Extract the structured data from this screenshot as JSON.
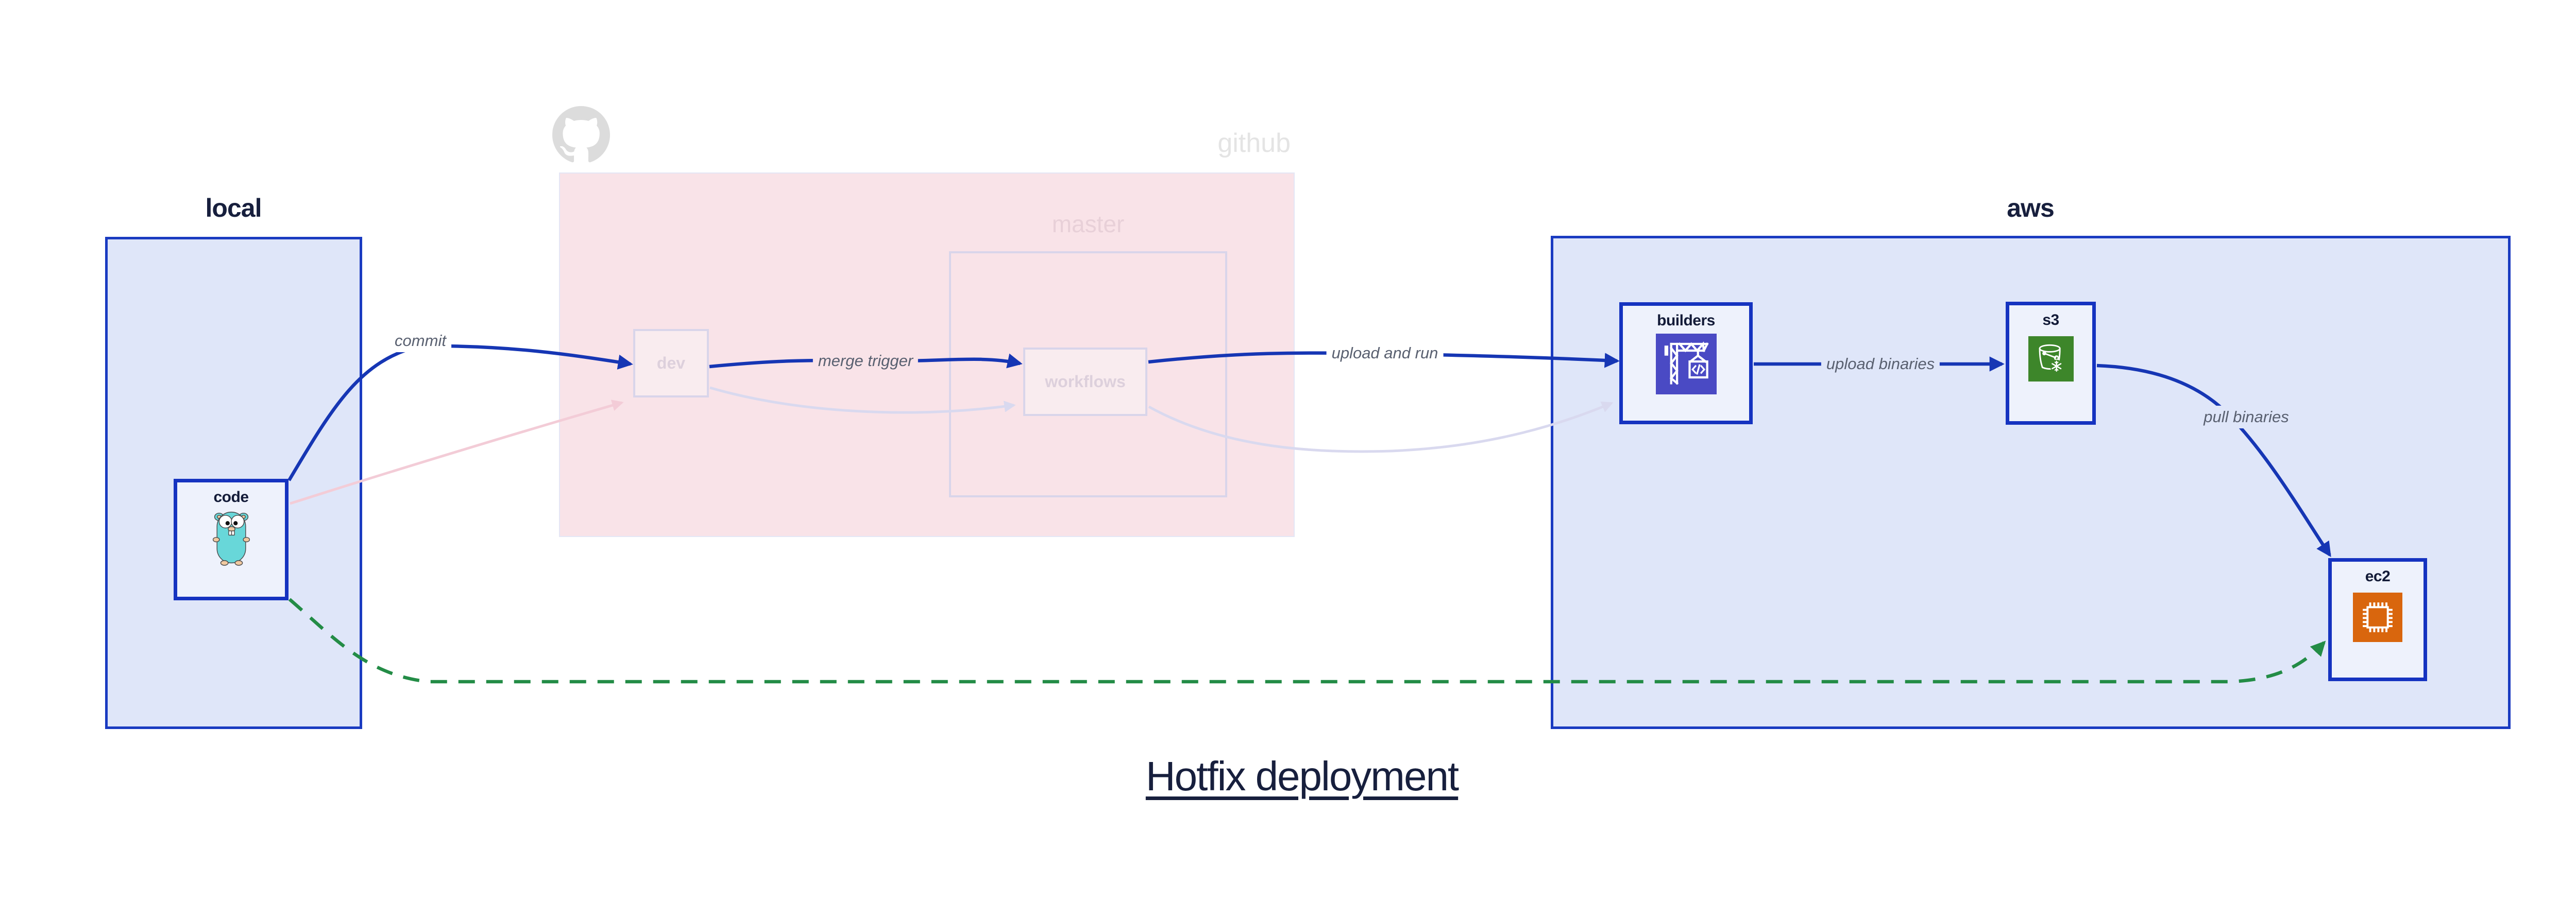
{
  "title": "Hotfix deployment",
  "regions": {
    "local": {
      "label": "local"
    },
    "github": {
      "label": "github",
      "master_label": "master"
    },
    "aws": {
      "label": "aws"
    }
  },
  "nodes": {
    "code": {
      "label": "code",
      "icon": "gopher-icon"
    },
    "dev": {
      "label": "dev"
    },
    "workflows": {
      "label": "workflows"
    },
    "builders": {
      "label": "builders",
      "icon": "codebuild-crane-icon"
    },
    "s3": {
      "label": "s3",
      "icon": "s3-glacier-bucket-icon"
    },
    "ec2": {
      "label": "ec2",
      "icon": "ec2-chip-icon"
    }
  },
  "edges": {
    "commit": {
      "label": "commit",
      "style": "solid-blue"
    },
    "merge_trigger": {
      "label": "merge trigger",
      "style": "solid-blue"
    },
    "upload_and_run": {
      "label": "upload and run",
      "style": "solid-blue"
    },
    "upload_binaries": {
      "label": "upload binaries",
      "style": "solid-blue"
    },
    "pull_binaries": {
      "label": "pull binaries",
      "style": "solid-blue"
    },
    "hotfix_path": {
      "label": "",
      "style": "dashed-green"
    },
    "code_to_dev_faded": {
      "label": "",
      "style": "faded-pink"
    },
    "dev_to_workflows_faded": {
      "label": "",
      "style": "faded-lavender"
    },
    "workflows_to_builders_faded": {
      "label": "",
      "style": "faded-lavender"
    }
  },
  "icons": {
    "github_logo": "github-octocat-icon"
  },
  "colors": {
    "edge-blue": "#1636b4",
    "edge-green": "#238c46",
    "edge-pink-faded": "#f3ccd7",
    "edge-lavender-faded": "#d9d9ef",
    "region-blue-fill": "#dfe6f9",
    "region-blue-border": "#1a3bc1",
    "node-fill": "#eef2fc",
    "node-border": "#1533c0",
    "github-pink": "#f9e3e8",
    "faded-border": "#d9d5ea",
    "faded-text": "#ddd0dc",
    "github-gray": "#dcdcdc",
    "master-text": "#e8d0d8",
    "label-gray": "#596070",
    "ink-navy": "#171f3d",
    "codebuild-indigo": "#4a4ac4",
    "s3-green": "#3d862a",
    "ec2-orange": "#d9660d",
    "gopher-teal": "#68d7d9"
  }
}
